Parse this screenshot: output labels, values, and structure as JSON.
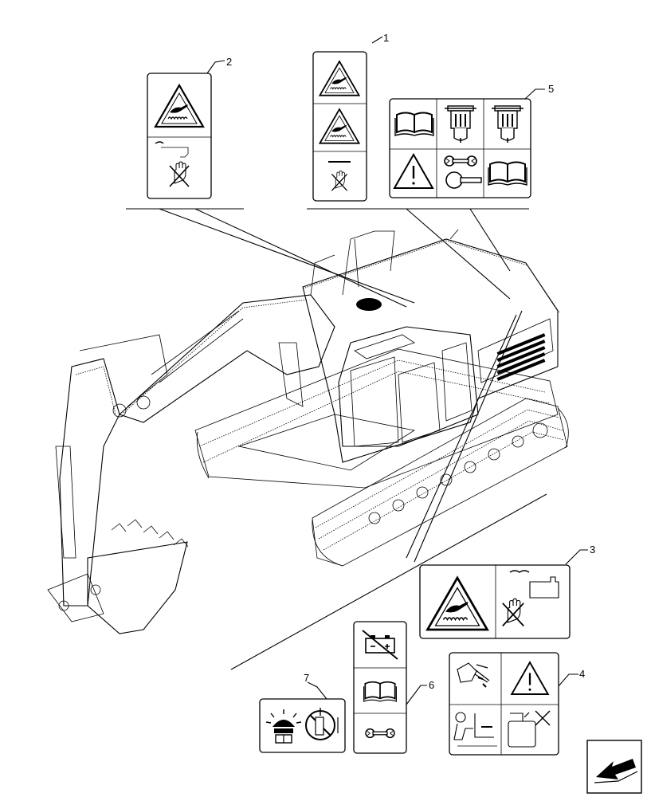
{
  "figure": {
    "callouts": [
      {
        "id": "callout-1",
        "text": "1"
      },
      {
        "id": "callout-2",
        "text": "2"
      },
      {
        "id": "callout-3",
        "text": "3"
      },
      {
        "id": "callout-4",
        "text": "4"
      },
      {
        "id": "callout-5",
        "text": "5"
      },
      {
        "id": "callout-6",
        "text": "6"
      },
      {
        "id": "callout-7",
        "text": "7"
      }
    ]
  },
  "icons": {
    "warning": "warning-triangle-icon",
    "hot_surface": "hot-surface-icon",
    "no_touch": "do-not-touch-icon",
    "manual": "operator-manual-icon",
    "fuel_filter": "fuel-filter-icon",
    "wrench": "wrench-icon",
    "battery": "battery-icon",
    "beacon": "beacon-light-icon",
    "navigation_arrow": "next-page-arrow-icon"
  },
  "colors": {
    "line": "#000000",
    "background": "#ffffff"
  }
}
